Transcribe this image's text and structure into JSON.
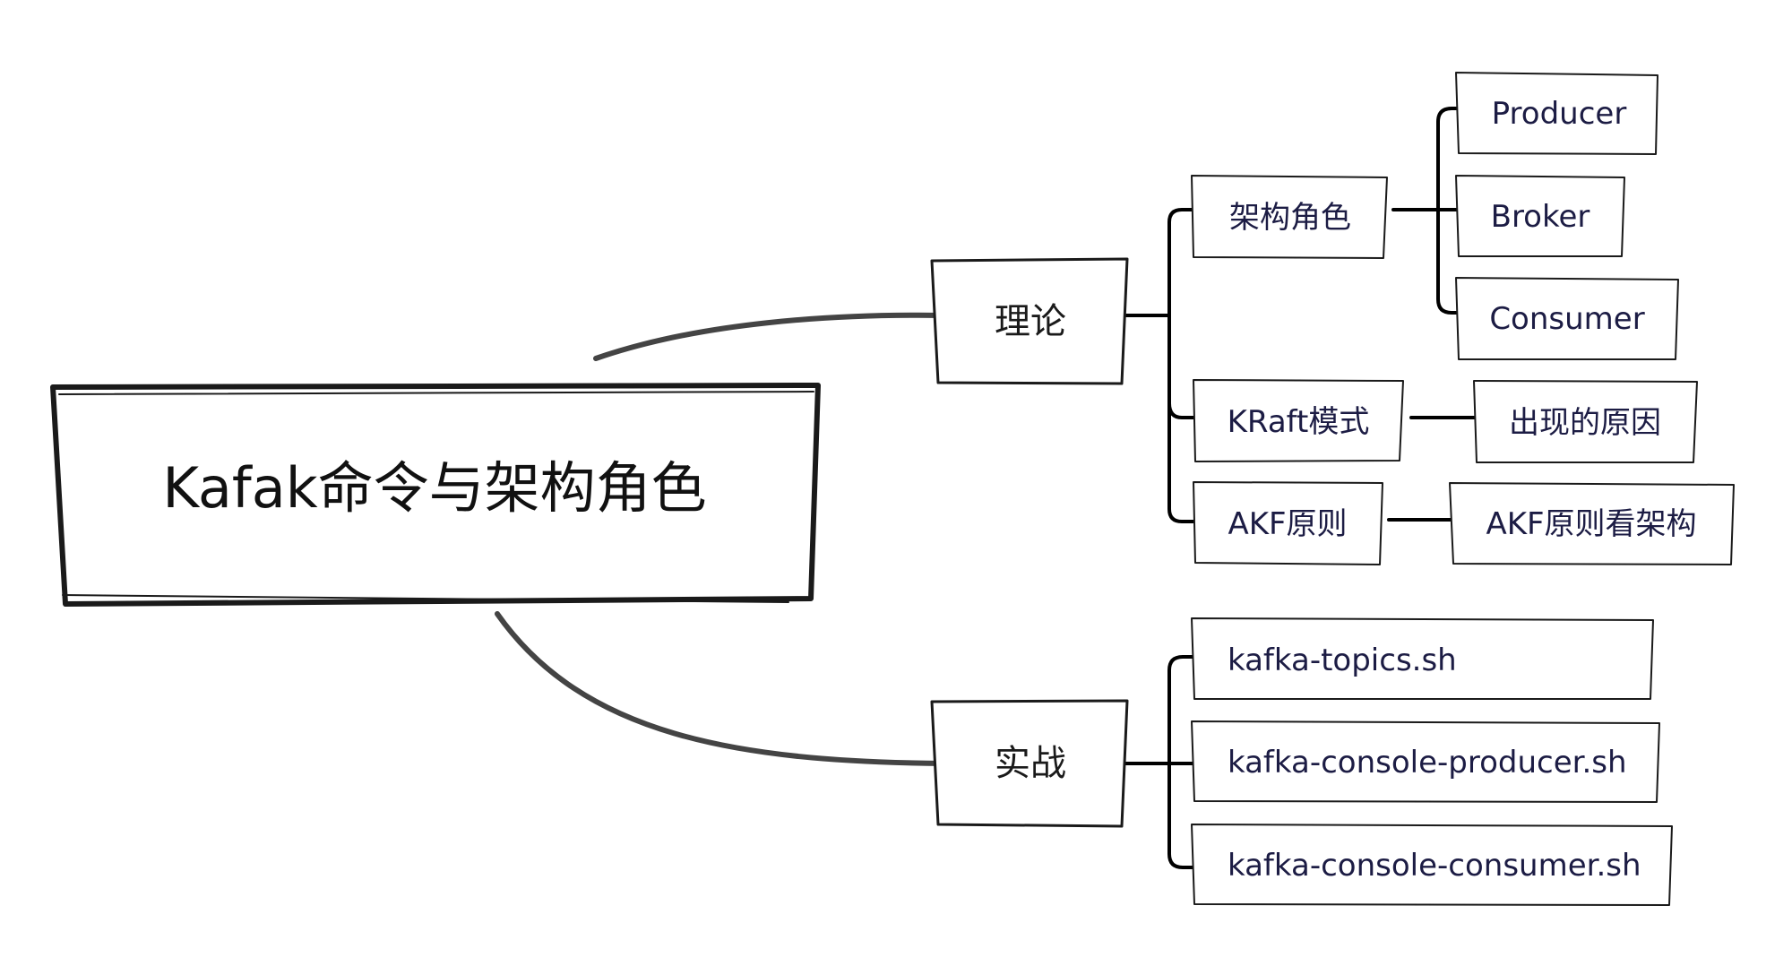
{
  "root": {
    "label": "Kafak命令与架构角色"
  },
  "branches": [
    {
      "label": "理论",
      "children": [
        {
          "label": "架构角色",
          "children": [
            {
              "label": "Producer"
            },
            {
              "label": "Broker"
            },
            {
              "label": "Consumer"
            }
          ]
        },
        {
          "label": "KRaft模式",
          "children": [
            {
              "label": "出现的原因"
            }
          ]
        },
        {
          "label": "AKF原则",
          "children": [
            {
              "label": "AKF原则看架构"
            }
          ]
        }
      ]
    },
    {
      "label": "实战",
      "children": [
        {
          "label": "kafka-topics.sh"
        },
        {
          "label": "kafka-console-producer.sh"
        },
        {
          "label": "kafka-console-consumer.sh"
        }
      ]
    }
  ],
  "colors": {
    "text": "#1c1c44",
    "stroke": "#1a1a1a",
    "curve": "#444444"
  }
}
